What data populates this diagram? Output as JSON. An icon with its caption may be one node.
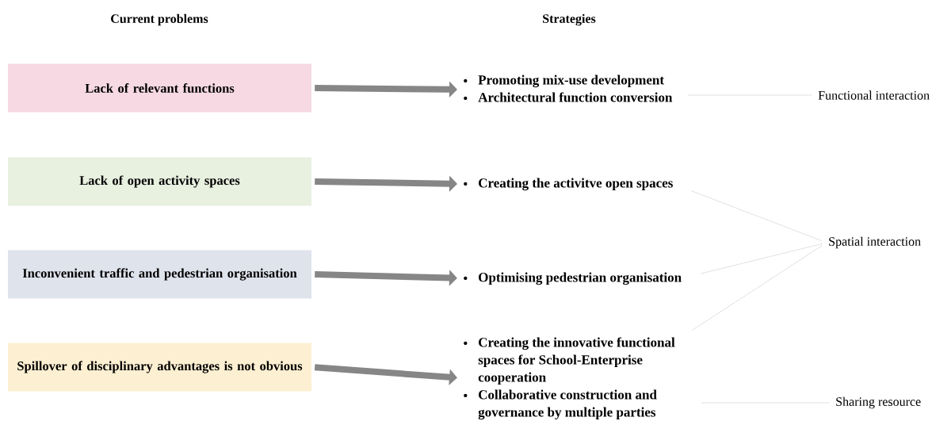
{
  "diagram": {
    "nodes": [
      {
        "text": [
          "Lack of relevant functions"
        ]
      },
      {
        "text": [
          "Lack of open activity spaces"
        ]
      },
      {
        "text": [
          "Inconvenient traffic and pedestrian organisation"
        ]
      },
      {
        "text": [
          "Spillover of disciplinary advantages is not obvious"
        ]
      },
      {
        "text": [
          "Promoting mix-use development",
          "Architectural function conversion"
        ]
      },
      {
        "text": [
          "Creating the activitve open spaces"
        ]
      },
      {
        "text": [
          "Optimising pedestrian organisation"
        ]
      },
      {
        "text": [
          "Creating the innovative functional spaces for School-Enterprise cooperation",
          "Collaborative construction and governance by multiple parties"
        ]
      },
      {
        "text": [
          "Functional interaction"
        ]
      },
      {
        "text": [
          "Spatial interaction"
        ]
      },
      {
        "text": [
          "Sharing resource"
        ]
      }
    ],
    "edges": [
      {
        "from": 0,
        "to": 4,
        "arrow": "to",
        "style": "thick"
      },
      {
        "from": 1,
        "to": 5,
        "arrow": "to",
        "style": "thick"
      },
      {
        "from": 2,
        "to": 6,
        "arrow": "to",
        "style": "thick"
      },
      {
        "from": 3,
        "to": 7,
        "arrow": "to",
        "style": "thick"
      },
      {
        "from": 4,
        "to": 8,
        "arrow": "none",
        "style": "dashed"
      },
      {
        "from": 5,
        "to": 9,
        "arrow": "none",
        "style": "dashed"
      },
      {
        "from": 6,
        "to": 9,
        "arrow": "none",
        "style": "dashed"
      },
      {
        "from": 7,
        "to": 9,
        "arrow": "none",
        "style": "dashed"
      },
      {
        "from": 7,
        "to": 10,
        "arrow": "none",
        "style": "dashed"
      }
    ],
    "labels": [
      "Current problems",
      "Strategies"
    ]
  }
}
